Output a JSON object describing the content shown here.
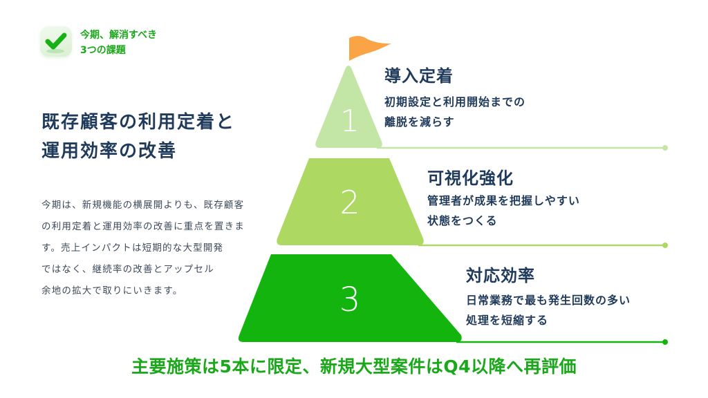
{
  "badge": {
    "icon": "check-icon",
    "label_line1": "今期、解消すべき",
    "label_line2": "3つの課題"
  },
  "headline": {
    "line1": "既存顧客の利用定着と",
    "line2": "運用効率の改善"
  },
  "body": {
    "lines": [
      "今期は、新規機能の横展開よりも、既存顧客",
      "の利用定着と運用効率の改善に重点を置きま",
      "す。売上インパクトは短期的な大型開発",
      "ではなく、継続率の改善とアップセル",
      "余地の拡大で取りにいきます。"
    ]
  },
  "pyramid": {
    "flag_icon": "flag-icon",
    "colors": {
      "flag": "#fba446",
      "tier1": "#c3e5a5",
      "tier2": "#add862",
      "tier3": "#14b40e",
      "text": "#1f3a5a"
    },
    "tiers": [
      {
        "number": "1",
        "title": "導入定着",
        "desc_line1": "初期設定と利用開始までの",
        "desc_line2": "離脱を減らす"
      },
      {
        "number": "2",
        "title": "可視化強化",
        "desc_line1": "管理者が成果を把握しやすい",
        "desc_line2": "状態をつくる"
      },
      {
        "number": "3",
        "title": "対応効率",
        "desc_line1": "日常業務で最も発生回数の多い",
        "desc_line2": "処理を短縮する"
      }
    ]
  },
  "footer": {
    "text": "主要施策は5本に限定、新規大型案件はQ4以降へ再評価",
    "color": "#1aa81a"
  }
}
